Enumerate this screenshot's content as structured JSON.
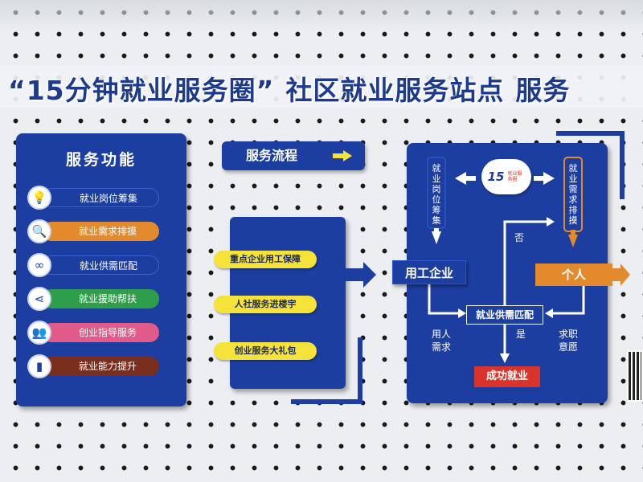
{
  "title": {
    "part1": "“15分钟就业服务圈”",
    "part2": "社区就业服务站点",
    "part3": "服务"
  },
  "functions": {
    "heading": "服务功能",
    "items": [
      {
        "label": "就业岗位筹集",
        "color": "#1c3ea0",
        "icon": "lightbulb-icon"
      },
      {
        "label": "就业需求排摸",
        "color": "#e38a2c",
        "icon": "magnifier-icon"
      },
      {
        "label": "就业供需匹配",
        "color": "#1c3ea0",
        "icon": "circles-icon"
      },
      {
        "label": "就业援助帮扶",
        "color": "#2e9e4a",
        "icon": "share-icon"
      },
      {
        "label": "创业指导服务",
        "color": "#e05a8a",
        "icon": "people-icon"
      },
      {
        "label": "就业能力提升",
        "color": "#7a2e1e",
        "icon": "bar-chart-icon"
      }
    ]
  },
  "flow": {
    "heading": "服务流程",
    "items": [
      "重点企业用工保障",
      "人社服务进楼宇",
      "创业服务大礼包"
    ]
  },
  "diagram": {
    "left_vertical": "就业岗位筹集",
    "right_vertical": "就业需求排摸",
    "logo_number": "15",
    "logo_text": "就业服务圈",
    "employer": "用工企业",
    "person": "个人",
    "no_label": "否",
    "yes_label": "是",
    "match": "就业供需匹配",
    "employer_need": "用人需求",
    "job_intent": "求职意愿",
    "success": "成功就业"
  }
}
